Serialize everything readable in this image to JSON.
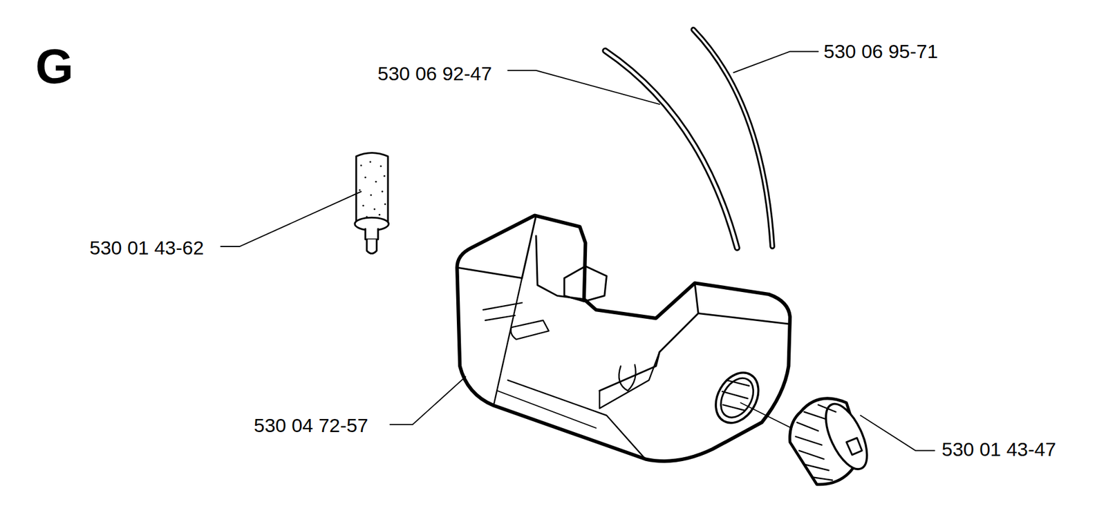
{
  "diagram": {
    "labels": [
      "G",
      "530 06 92-47",
      "530 06 95-71",
      "530 01 43-62",
      "530 04 72-57",
      "530 01 43-47"
    ]
  }
}
